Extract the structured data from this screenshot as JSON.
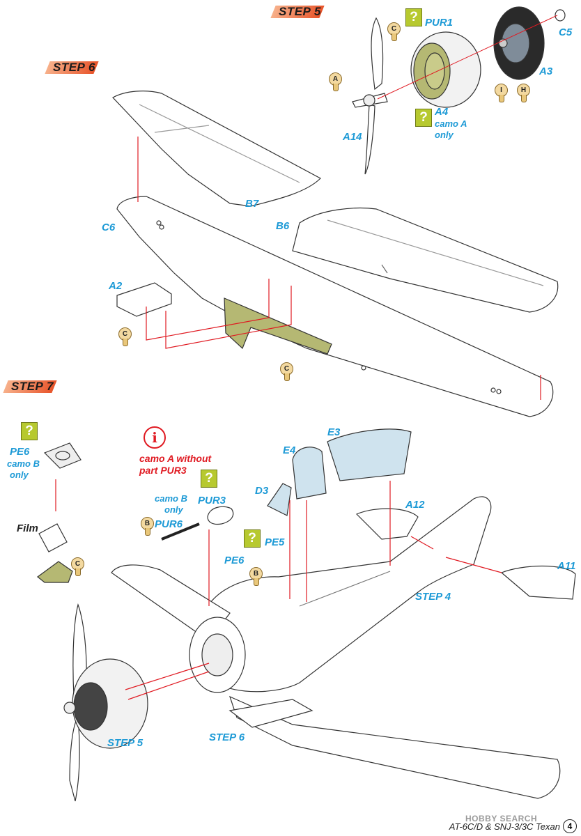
{
  "steps": {
    "step5": "STEP 5",
    "step6": "STEP 6",
    "step7": "STEP 7"
  },
  "parts": {
    "pur1": "PUR1",
    "c5": "C5",
    "a3": "A3",
    "a4": "A4",
    "a14": "A14",
    "b7": "B7",
    "c6": "C6",
    "b6": "B6",
    "a2": "A2",
    "pe6": "PE6",
    "pur3": "PUR3",
    "pur6": "PUR6",
    "e4": "E4",
    "e3": "E3",
    "d3": "D3",
    "a12": "A12",
    "pe5": "PE5",
    "pe6b": "PE6",
    "a11": "A11"
  },
  "notes": {
    "a4_camo_1": "camo A",
    "a4_camo_2": "only",
    "pe6_camo_1": "camo B",
    "pe6_camo_2": "only",
    "pur3_camo_1": "camo B",
    "pur3_camo_2": "only",
    "red_1": "camo A without",
    "red_2": "part PUR3",
    "film": "Film"
  },
  "sprue_letters": {
    "s1": "C",
    "s2": "I",
    "s3": "H",
    "s4": "A",
    "s5": "C",
    "s6": "C",
    "s7": "C",
    "s8": "B",
    "s9": "B"
  },
  "question_mark": "?",
  "info_mark": "i",
  "assembly_refs": {
    "step4": "STEP 4",
    "step5": "STEP 5",
    "step6": "STEP 6"
  },
  "footer": {
    "title": "AT-6C/D & SNJ-3/3C Texan",
    "page": "4",
    "watermark": "HOBBY SEARCH"
  },
  "colors": {
    "label_blue": "#1d9ad6",
    "red": "#e01a22",
    "olive_part": "#b5b873",
    "accent_orange": "#e8542a"
  }
}
